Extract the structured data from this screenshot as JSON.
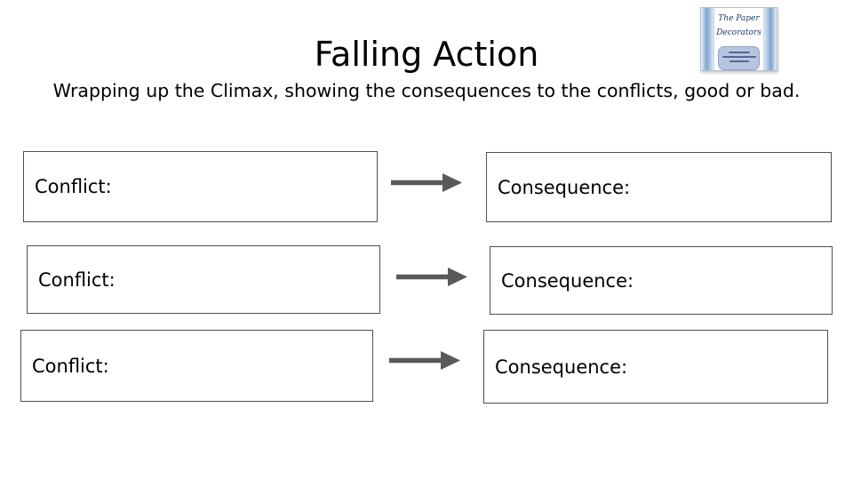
{
  "slide": {
    "title": "Falling Action",
    "subtitle": "Wrapping up the Climax, showing the consequences to the conflicts, good or bad."
  },
  "logo": {
    "line1": "The Paper",
    "line2": "Decorators"
  },
  "rows": [
    {
      "conflict_label": "Conflict:",
      "consequence_label": "Consequence:"
    },
    {
      "conflict_label": "Conflict:",
      "consequence_label": "Consequence:"
    },
    {
      "conflict_label": "Conflict:",
      "consequence_label": "Consequence:"
    }
  ],
  "colors": {
    "arrow": "#595959",
    "box_border": "#4f4f4f",
    "logo_script_navy": "#1f3864",
    "logo_bar_blue": "#7fa3cf",
    "logo_plate_blue": "#b7c5df"
  }
}
